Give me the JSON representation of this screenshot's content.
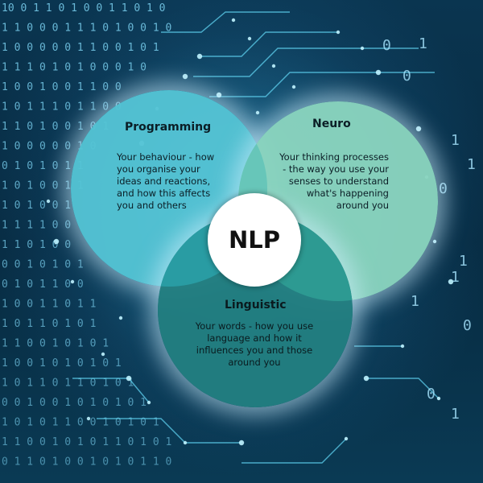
{
  "center": {
    "label": "NLP"
  },
  "circles": {
    "programming": {
      "title": "Programming",
      "description": [
        "Your behaviour - how",
        "you organise your",
        "ideas and reactions,",
        "and how this affects",
        "you and others"
      ],
      "color": "#54c4d4"
    },
    "neuro": {
      "title": "Neuro",
      "description": [
        "Your thinking processes",
        "- the way you use your",
        "senses to understand",
        "what's happening",
        "around you"
      ],
      "color": "#8ad4be"
    },
    "linguistic": {
      "title": "Linguistic",
      "description": [
        "Your words - how you use",
        "language and how it",
        "influences you and those",
        "around you"
      ],
      "color": "#227e80"
    }
  },
  "background": {
    "binary_rows": [
      "10 0 1 1 0 1 0 0 1 1 0 1 0",
      "1 1 0 0 0 1 1 1 0 1 0 0 1 0",
      "1 0 0 0 0 0 1 1 0 0 1 0 1",
      "1 1 1 0 1 0 1 0 0 0 1 0",
      "1 0 0 1 0 0 1 1 0 0",
      "1 0 1 1 1 0 1 1 0 0",
      "1 1 0 1 0 0 1 0 1",
      "1 0 0 0 0 0 1 0",
      "0 1 0 1 0 1 1",
      "1 0 1 0 0 1 1",
      "1 0 1 0 0 1",
      "1 1 1 1 0 0",
      "1 1 0 1 0 0",
      "0 0 1 0 1 0 1",
      "0 1 0 1 1 0 0",
      "1 0 0 1 1 0 1 1",
      "1 0 1 1 0 1 0 1",
      "1 1 0 0 1 0 1 0 1",
      "1 0 0 1 0 1 0 1 0 1",
      "1 0 1 1 0 1 1 0 1 0 1",
      "0 0 1 0 0 1 0 1 0 1 0 1",
      "1 0 1 0 1 1 0 0 1 0 1 0 1",
      "1 1 0 0 1 0 1 0 1 1 0 1 0 1",
      "0 1 1 0 1 0 0 1 0 1 0 1 1 0"
    ],
    "right_digits": [
      "0",
      "1",
      "0",
      "1",
      "1",
      "0",
      "1",
      "1",
      "1",
      "0",
      "0",
      "1"
    ],
    "accent_color": "#1ec0e6"
  }
}
